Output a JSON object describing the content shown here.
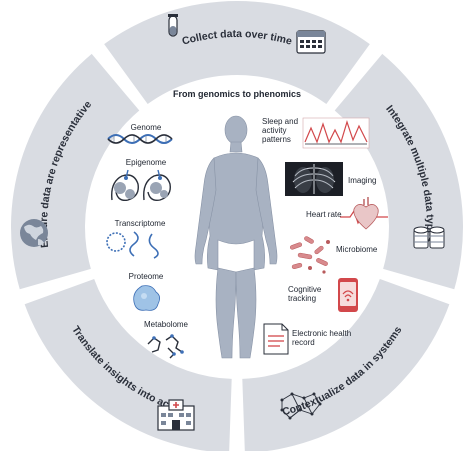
{
  "colors": {
    "ring": "#d9dce2",
    "ring_gap": "#ffffff",
    "inner": "#ffffff",
    "body": "#a8b2c2",
    "accent_blue": "#3d6fb6",
    "accent_red": "#d2484b",
    "dark": "#2a2f3a"
  },
  "segments": [
    {
      "label": "Collect data over time",
      "icon": "test-tube-calendar-icon"
    },
    {
      "label": "Integrate multiple data types",
      "icon": "database-stack-icon"
    },
    {
      "label": "Contextualize data in systems",
      "icon": "network-map-icon"
    },
    {
      "label": "Translate insights into actions",
      "icon": "hospital-icon"
    },
    {
      "label": "Ensure data are representative",
      "icon": "globe-icon"
    }
  ],
  "center": {
    "title": "From genomics to phenomics",
    "left_items": [
      {
        "label": "Genome",
        "icon": "dna-helix-icon"
      },
      {
        "label": "Epigenome",
        "icon": "chromatin-icon"
      },
      {
        "label": "Transcriptome",
        "icon": "rna-strand-icon"
      },
      {
        "label": "Proteome",
        "icon": "protein-blob-icon"
      },
      {
        "label": "Metabolome",
        "icon": "molecule-network-icon"
      }
    ],
    "right_items": [
      {
        "label_lines": [
          "Sleep and",
          "activity",
          "patterns"
        ],
        "icon": "activity-chart-icon"
      },
      {
        "label_lines": [
          "Imaging"
        ],
        "icon": "chest-xray-icon"
      },
      {
        "label_lines": [
          "Heart rate"
        ],
        "icon": "heart-icon"
      },
      {
        "label_lines": [
          "Microbiome"
        ],
        "icon": "bacteria-icon"
      },
      {
        "label_lines": [
          "Cognitive",
          "tracking"
        ],
        "icon": "smartphone-icon"
      },
      {
        "label_lines": [
          "Electronic health",
          "record"
        ],
        "icon": "document-icon"
      }
    ]
  }
}
